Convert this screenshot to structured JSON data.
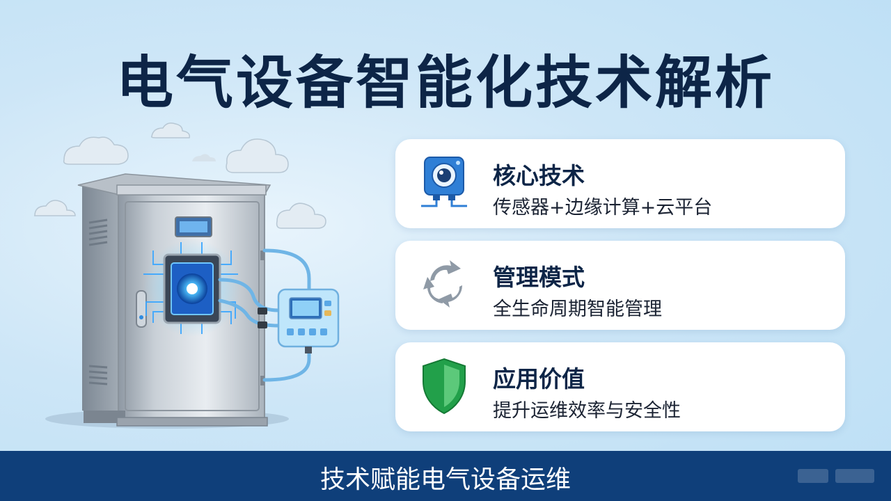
{
  "title": "电气设备智能化技术解析",
  "cards": [
    {
      "icon": "sensor-camera-icon",
      "title": "核心技术",
      "subtitle": "传感器+边缘计算+云平台"
    },
    {
      "icon": "cycle-arrows-icon",
      "title": "管理模式",
      "subtitle": "全生命周期智能管理"
    },
    {
      "icon": "shield-check-icon",
      "title": "应用价值",
      "subtitle": "提升运维效率与安全性"
    }
  ],
  "footer": {
    "text": "技术赋能电气设备运维"
  },
  "colors": {
    "title": "#0d2547",
    "footer_bg": "#0f3f7a",
    "card_bg": "#ffffff",
    "accent_blue": "#2f7fd6",
    "accent_green": "#22a04a"
  }
}
